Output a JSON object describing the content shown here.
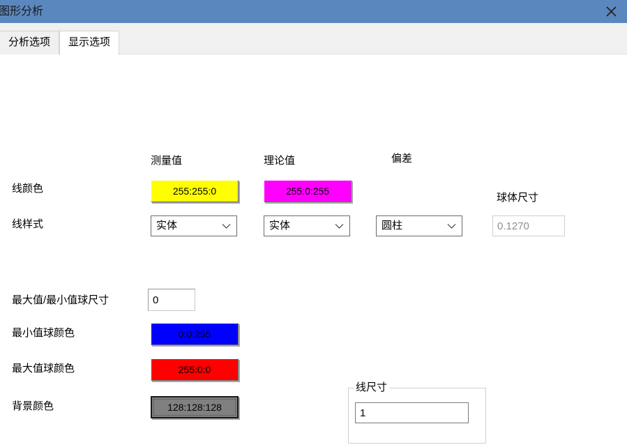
{
  "window": {
    "title": "图形分析",
    "close_icon": "close-icon",
    "titlebar_color": "#5b87bf"
  },
  "tabs": [
    {
      "label": "分析选项",
      "active": false
    },
    {
      "label": "显示选项",
      "active": true
    }
  ],
  "columns": {
    "measured": "测量值",
    "theoretical": "理论值",
    "deviation": "偏差",
    "sphere_size": "球体尺寸"
  },
  "rows": {
    "line_color_label": "线颜色",
    "line_style_label": "线样式",
    "minmax_sphere_size_label": "最大值/最小值球尺寸",
    "min_sphere_color_label": "最小值球颜色",
    "max_sphere_color_label": "最大值球颜色",
    "background_color_label": "背景颜色"
  },
  "line_color": {
    "measured": {
      "value": "255:255:0",
      "color": "#ffff00",
      "text_color": "#000000"
    },
    "theoretical": {
      "value": "255:0:255",
      "color": "#ff00ff",
      "text_color": "#000000"
    }
  },
  "line_style": {
    "measured": {
      "value": "实体",
      "chevron": "chevron-down-icon"
    },
    "theoretical": {
      "value": "实体",
      "chevron": "chevron-down-icon"
    },
    "deviation": {
      "value": "圆柱",
      "chevron": "chevron-down-icon"
    }
  },
  "sphere_size_field": {
    "value": "0.1270",
    "disabled": true
  },
  "minmax_sphere_size_field": {
    "value": "0"
  },
  "min_sphere_color": {
    "value": "0:0:255",
    "color": "#0000ff",
    "text_color": "#000000"
  },
  "max_sphere_color": {
    "value": "255:0:0",
    "color": "#ff0000",
    "text_color": "#000000"
  },
  "background_color": {
    "value": "128:128:128",
    "color": "#808080",
    "text_color": "#000000",
    "focused": true
  },
  "line_size_group": {
    "title": "线尺寸",
    "value": "1"
  }
}
